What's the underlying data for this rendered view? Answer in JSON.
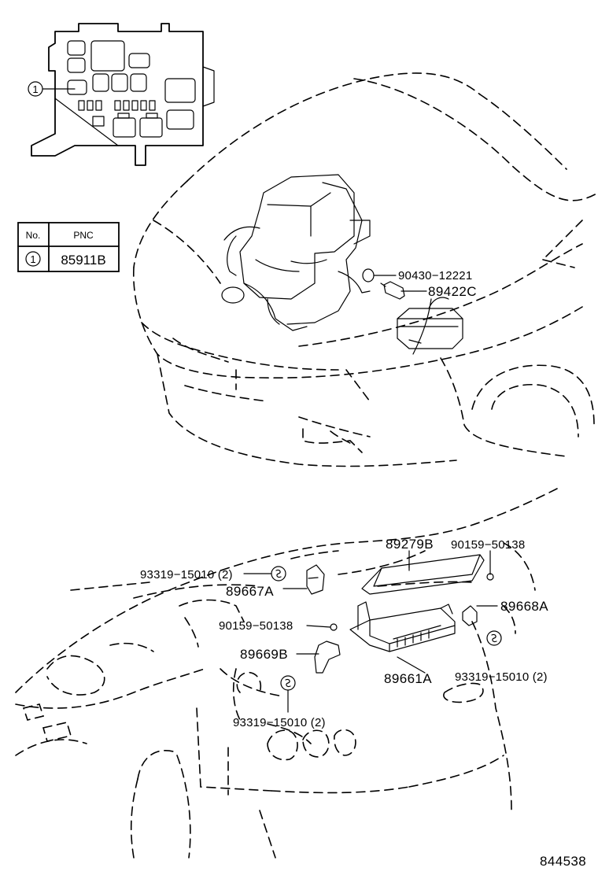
{
  "legend_table": {
    "header_no": "No.",
    "header_pnc": "PNC",
    "rows": [
      {
        "no": "1",
        "pnc": "85911B"
      }
    ]
  },
  "callouts": {
    "fuse_box_ref": "1"
  },
  "parts": {
    "p_90430_12221": "90430−12221",
    "p_89422C": "89422C",
    "p_89279B": "89279B",
    "p_90159_50138_right": "90159−50138",
    "p_93319_15010_top": "93319−15010 (2)",
    "p_89667A": "89667A",
    "p_89668A": "89668A",
    "p_90159_50138_left": "90159−50138",
    "p_89669B": "89669B",
    "p_89661A": "89661A",
    "p_93319_15010_right": "93319−15010 (2)",
    "p_93319_15010_bottom": "93319−15010 (2)"
  },
  "figure_number": "844538"
}
